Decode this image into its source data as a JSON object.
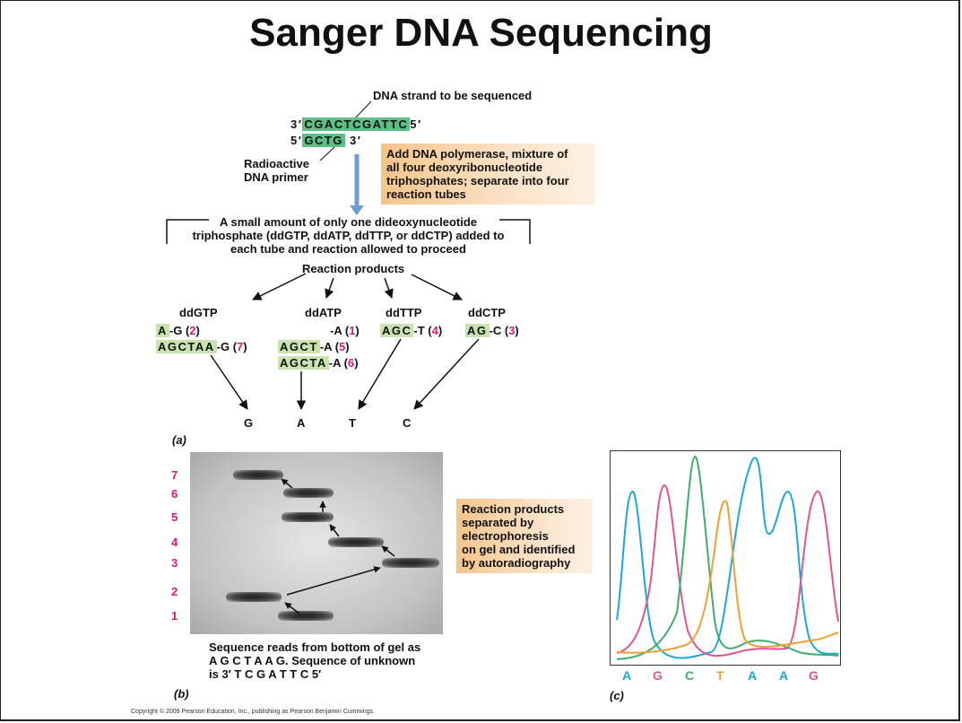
{
  "title": "Sanger DNA Sequencing",
  "panel_a": {
    "strand_label": "DNA strand to be sequenced",
    "template_prefix": "3′",
    "template_seq": "CGACTCGATTC",
    "template_suffix": "5′",
    "primer_prefix": "5′",
    "primer_seq": "GCTG",
    "primer_suffix": "3′",
    "primer_label_line1": "Radioactive",
    "primer_label_line2": "DNA primer",
    "polymerase_box": [
      "Add DNA polymerase, mixture of",
      "all four deoxyribonucleotide",
      "triphosphates; separate into four",
      "reaction tubes"
    ],
    "ddntp_note": [
      "A small amount of only one dideoxynucleotide",
      "triphosphate (ddGTP, ddATP, ddTTP, or ddCTP) added to",
      "each tube and reaction allowed to proceed"
    ],
    "reaction_products": "Reaction products",
    "tubes": [
      {
        "name": "ddGTP",
        "fragments": [
          {
            "hl": "A",
            "rest": "-G (",
            "num": "2",
            "end": ")"
          },
          {
            "hl": "AGCTAA",
            "rest": "-G (",
            "num": "7",
            "end": ")"
          }
        ]
      },
      {
        "name": "ddATP",
        "fragments": [
          {
            "hl": "",
            "rest": "-A (",
            "num": "1",
            "end": ")"
          },
          {
            "hl": "AGCT",
            "rest": "-A (",
            "num": "5",
            "end": ")"
          },
          {
            "hl": "AGCTA",
            "rest": "-A (",
            "num": "6",
            "end": ")"
          }
        ]
      },
      {
        "name": "ddTTP",
        "fragments": [
          {
            "hl": "AGC",
            "rest": "-T (",
            "num": "4",
            "end": ")"
          }
        ]
      },
      {
        "name": "ddCTP",
        "fragments": [
          {
            "hl": "AG",
            "rest": "-C (",
            "num": "3",
            "end": ")"
          }
        ]
      }
    ],
    "lane_letters": [
      "G",
      "A",
      "T",
      "C"
    ],
    "panel_label": "(a)"
  },
  "panel_b": {
    "band_numbers": [
      "7",
      "6",
      "5",
      "4",
      "3",
      "2",
      "1"
    ],
    "electrophoresis_box": [
      "Reaction products",
      "separated by",
      "electrophoresis",
      "on gel and identified",
      "by autoradiography"
    ],
    "reads_note": [
      "Sequence reads from bottom of gel as",
      "A G C T A A G.  Sequence of unknown",
      "is 3′ T C G A T T C 5′"
    ],
    "panel_label": "(b)"
  },
  "panel_c": {
    "bases": [
      {
        "letter": "A",
        "color": "#1ba8d6"
      },
      {
        "letter": "G",
        "color": "#e0558f"
      },
      {
        "letter": "C",
        "color": "#3fae6e"
      },
      {
        "letter": "T",
        "color": "#f0a030"
      },
      {
        "letter": "A",
        "color": "#1ba8d6"
      },
      {
        "letter": "A",
        "color": "#1ba8d6"
      },
      {
        "letter": "G",
        "color": "#e0558f"
      }
    ],
    "panel_label": "(c)"
  },
  "copyright": "Copyright © 2009 Pearson Education, Inc., publishing as Pearson Benjamin Cummings.",
  "colors": {
    "accent_pink": "#d4197f",
    "arrow_blue": "#6f9bd6",
    "strand_green": "#5dbf86",
    "primer_green": "#c9e3b0"
  }
}
